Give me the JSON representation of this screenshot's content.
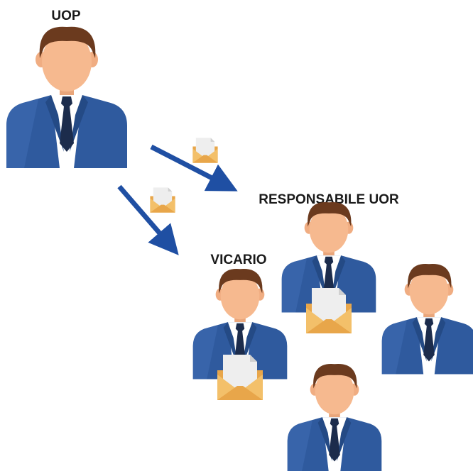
{
  "labels": {
    "uop": "UOP",
    "responsabile": "RESPONSABILE UOR",
    "vicario": "VICARIO"
  },
  "colors": {
    "suit": "#2f5a9e",
    "suit_light": "#3f6db4",
    "skin": "#f6b98f",
    "hair": "#6b3a1e",
    "tie": "#1c2c4c",
    "arrow": "#1f4fa3",
    "envelope": "#e8a64a",
    "envelope_light": "#f3c06a",
    "paper": "#eeeeee"
  },
  "icons": {
    "person": "businessman-icon",
    "envelope": "open-envelope-icon",
    "arrow": "arrow-icon"
  }
}
